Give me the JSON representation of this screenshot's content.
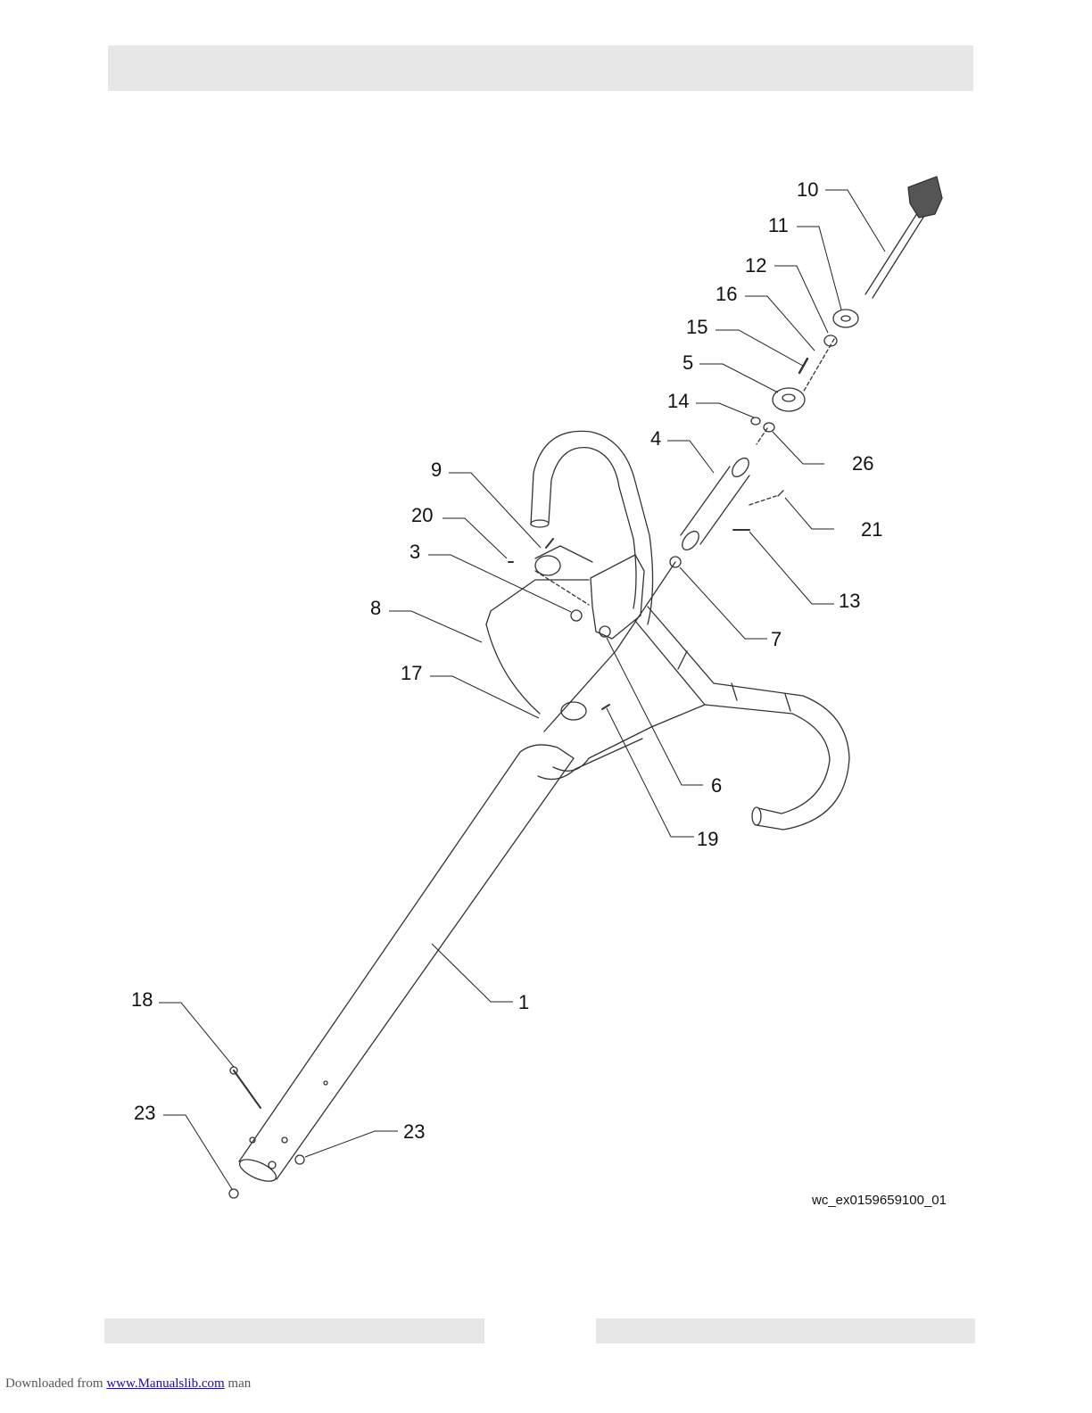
{
  "figure": {
    "id_label": "wc_ex0159659100_01",
    "callouts": [
      {
        "number": "10"
      },
      {
        "number": "11"
      },
      {
        "number": "12"
      },
      {
        "number": "16"
      },
      {
        "number": "15"
      },
      {
        "number": "5"
      },
      {
        "number": "14"
      },
      {
        "number": "4"
      },
      {
        "number": "26"
      },
      {
        "number": "9"
      },
      {
        "number": "20"
      },
      {
        "number": "21"
      },
      {
        "number": "3"
      },
      {
        "number": "13"
      },
      {
        "number": "8"
      },
      {
        "number": "7"
      },
      {
        "number": "17"
      },
      {
        "number": "6"
      },
      {
        "number": "19"
      },
      {
        "number": "1"
      },
      {
        "number": "18"
      },
      {
        "number": "23"
      },
      {
        "number": "23"
      }
    ]
  },
  "footer": {
    "download_prefix": "Downloaded from",
    "download_link": "www.Manualslib.com",
    "download_suffix": "man"
  }
}
